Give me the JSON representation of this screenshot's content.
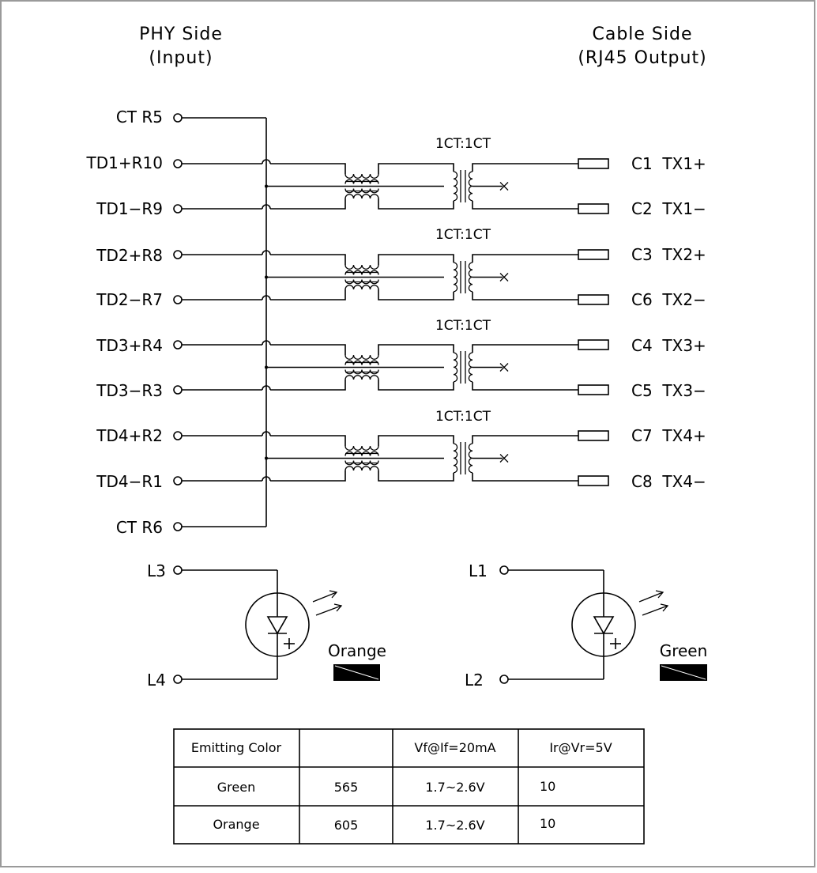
{
  "headers": {
    "phy_line1": "PHY Side",
    "phy_line2": "(Input)",
    "cable_line1": "Cable Side",
    "cable_line2": "(RJ45 Output)"
  },
  "left_pins": [
    "CT R5",
    "TD1+R10",
    "TD1−R9",
    "TD2+R8",
    "TD2−R7",
    "TD3+R4",
    "TD3−R3",
    "TD4+R2",
    "TD4−R1",
    "CT R6"
  ],
  "channels": [
    {
      "ct_label": "1CT:1CT",
      "plus": "C1  TX1+",
      "minus": "C2  TX1−"
    },
    {
      "ct_label": "1CT:1CT",
      "plus": "C3  TX2+",
      "minus": "C6  TX2−"
    },
    {
      "ct_label": "1CT:1CT",
      "plus": "C4  TX3+",
      "minus": "C5  TX3−"
    },
    {
      "ct_label": "1CT:1CT",
      "plus": "C7  TX4+",
      "minus": "C8  TX4−"
    }
  ],
  "leds": [
    {
      "top_pin": "L3",
      "bottom_pin": "L4",
      "color_label": "Orange"
    },
    {
      "top_pin": "L1",
      "bottom_pin": "L2",
      "color_label": "Green"
    }
  ],
  "table": {
    "headers": [
      "Emitting Color",
      "",
      "Vf@If=20mA",
      "Ir@Vr=5V"
    ],
    "rows": [
      [
        "Green",
        "565",
        "1.7~2.6V",
        "10"
      ],
      [
        "Orange",
        "605",
        "1.7~2.6V",
        "10"
      ]
    ]
  }
}
